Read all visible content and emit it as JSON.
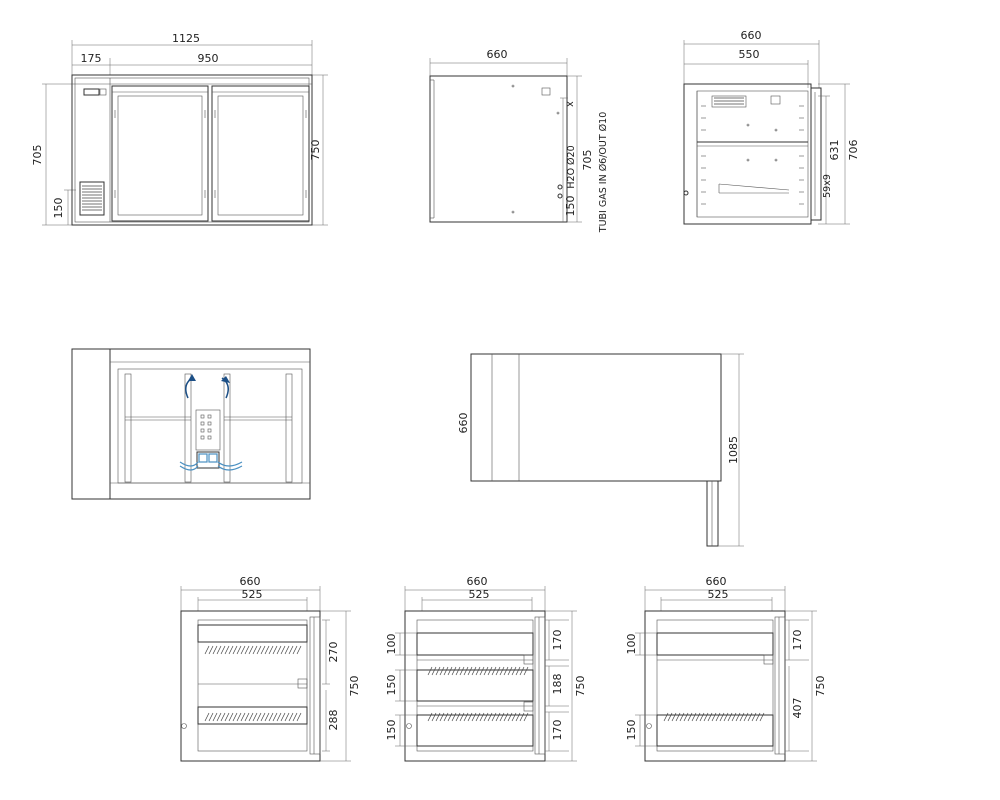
{
  "front_view": {
    "total_width": "1125",
    "left_width": "175",
    "doors_width": "950",
    "left_height": "705",
    "right_height": "750",
    "grille_height": "150"
  },
  "side_view": {
    "width": "660",
    "height": "705",
    "bottom": "150",
    "pipes_label": "TUBI GAS IN Ø6/OUT Ø10",
    "water_label": "H2O Ø20"
  },
  "section_view": {
    "outer_width": "660",
    "inner_width": "550",
    "height_631": "631",
    "height_706": "706",
    "opening": "59x9"
  },
  "top_view": {
    "depth": "660",
    "open_depth": "1085"
  },
  "config_a": {
    "width": "660",
    "inner": "525",
    "upper": "270",
    "lower": "288",
    "total": "750"
  },
  "config_b": {
    "width": "660",
    "inner": "525",
    "left_top": "100",
    "left_mid": "150",
    "left_bot": "150",
    "right_top": "170",
    "right_mid": "188",
    "right_bot": "170",
    "total": "750"
  },
  "config_c": {
    "width": "660",
    "inner": "525",
    "left_top": "100",
    "left_bot": "150",
    "right_top": "170",
    "right_bot": "407",
    "total": "750"
  }
}
